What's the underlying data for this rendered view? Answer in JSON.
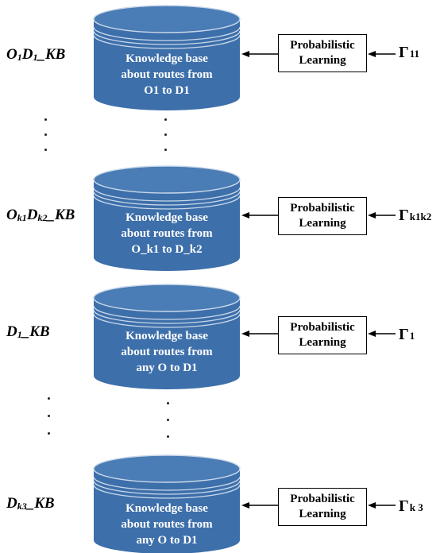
{
  "rows": [
    {
      "kb_main": "O",
      "kb_sub1": "1",
      "kb_mid": "D",
      "kb_sub2": "1",
      "kb_tail": "_KB",
      "lines": [
        "Knowledge base",
        "about routes from",
        "O1 to D1"
      ],
      "pl_line1": "Probabilistic",
      "pl_line2": "Learning",
      "gamma": "Γ",
      "gamma_sub": "11"
    },
    {
      "kb_main": "O",
      "kb_sub1": "k1",
      "kb_mid": "D",
      "kb_sub2": "k2",
      "kb_tail": "_KB",
      "lines": [
        "Knowledge base",
        "about routes from",
        "O_k1 to D_k2"
      ],
      "pl_line1": "Probabilistic",
      "pl_line2": "Learning",
      "gamma": "Γ",
      "gamma_sub": "k1k2"
    },
    {
      "kb_main": "",
      "kb_sub1": "",
      "kb_mid": "D",
      "kb_sub2": "1",
      "kb_tail": "_KB",
      "lines": [
        "Knowledge base",
        "about routes from",
        "any O to D1"
      ],
      "pl_line1": "Probabilistic",
      "pl_line2": "Learning",
      "gamma": "Γ",
      "gamma_sub": "1"
    },
    {
      "kb_main": "",
      "kb_sub1": "",
      "kb_mid": "D",
      "kb_sub2": "k3",
      "kb_tail": "_KB",
      "lines": [
        "Knowledge base",
        "about routes from",
        "any O to D1"
      ],
      "pl_line1": "Probabilistic",
      "pl_line2": "Learning",
      "gamma": "Γ",
      "gamma_sub": "k 3"
    }
  ],
  "colors": {
    "cylinder_fill": "#3d6faa",
    "cylinder_top": "#4a7cb5",
    "cylinder_ring": "#c9d8ea",
    "cylinder_shadow": "#2f5687",
    "line": "#000000"
  }
}
